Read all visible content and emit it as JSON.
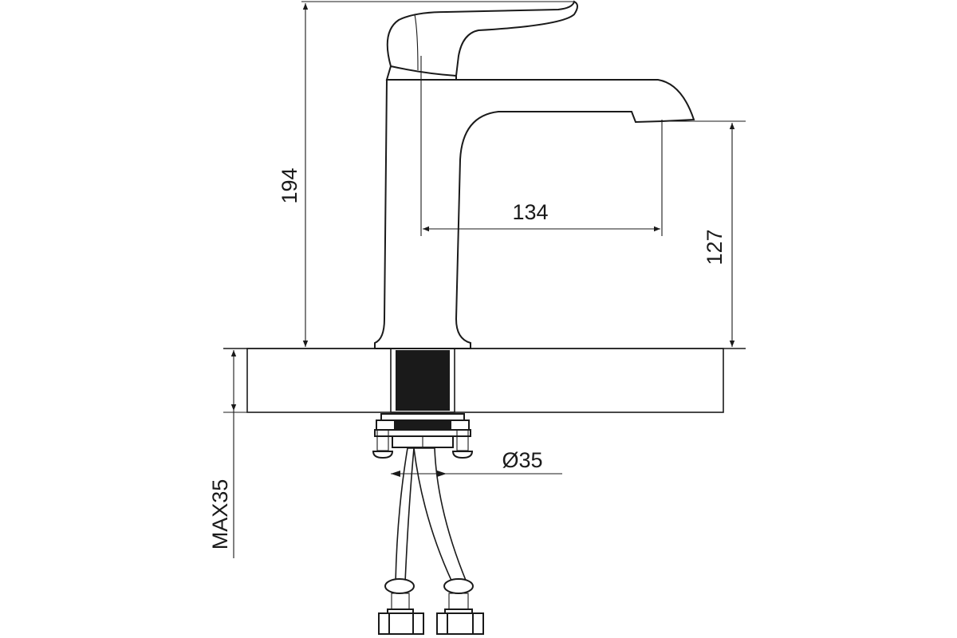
{
  "drawing": {
    "dimensions": {
      "total_height": "194",
      "spout_reach": "134",
      "spout_height": "127",
      "hole_diameter": "Ø35",
      "max_counter_thickness": "MAX35"
    },
    "line_color": "#1a1a1a"
  }
}
